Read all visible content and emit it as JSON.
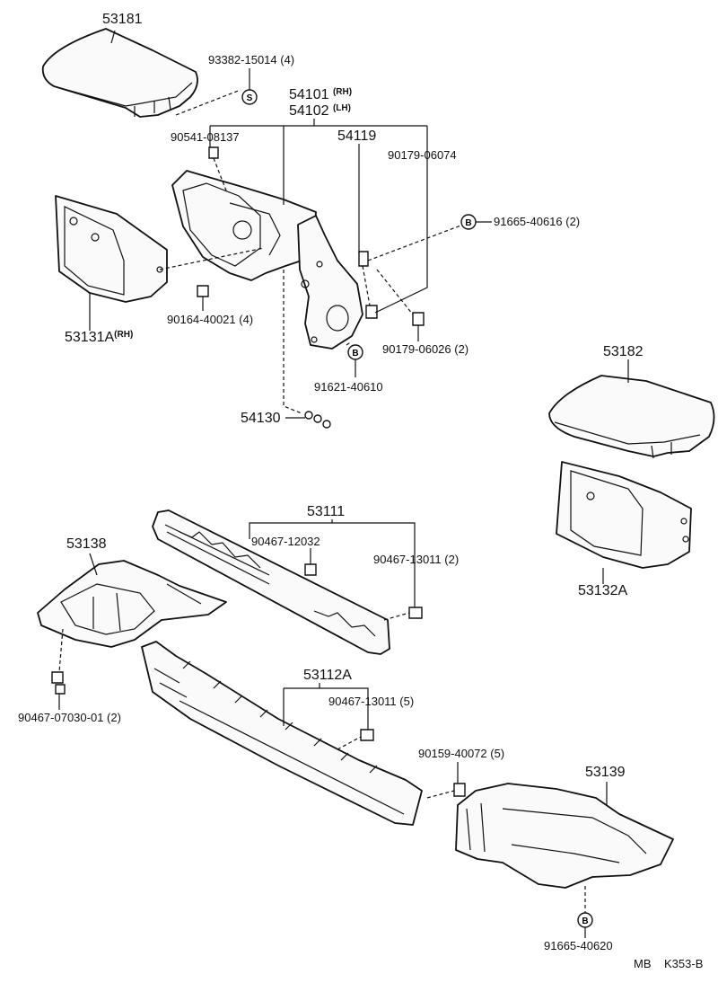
{
  "callouts": {
    "p53181": "53181",
    "p93382": "93382-15014 (4)",
    "p54101": "54101",
    "p54101_side": "(RH)",
    "p54102": "54102",
    "p54102_side": "(LH)",
    "p90541": "90541-08137",
    "p54119": "54119",
    "p90179a": "90179-06074",
    "p91665a": "91665-40616 (2)",
    "p90164": "90164-40021 (4)",
    "p53131a": "53131A",
    "p53131a_side": "(RH)",
    "p90179b": "90179-06026 (2)",
    "p91621": "91621-40610",
    "p54130": "54130",
    "p53182": "53182",
    "p53111": "53111",
    "p90467a": "90467-12032",
    "p90467b": "90467-13011 (2)",
    "p53138": "53138",
    "p53132a": "53132A",
    "p53112a": "53112A",
    "p90467c": "90467-13011 (5)",
    "p90467d": "90467-07030-01 (2)",
    "p90159": "90159-40072 (5)",
    "p53139": "53139",
    "p91665b": "91665-40620"
  },
  "symbols": {
    "s_marker": "S",
    "b_marker": "B"
  },
  "footer": {
    "model": "MB",
    "ref": "K353-B"
  }
}
